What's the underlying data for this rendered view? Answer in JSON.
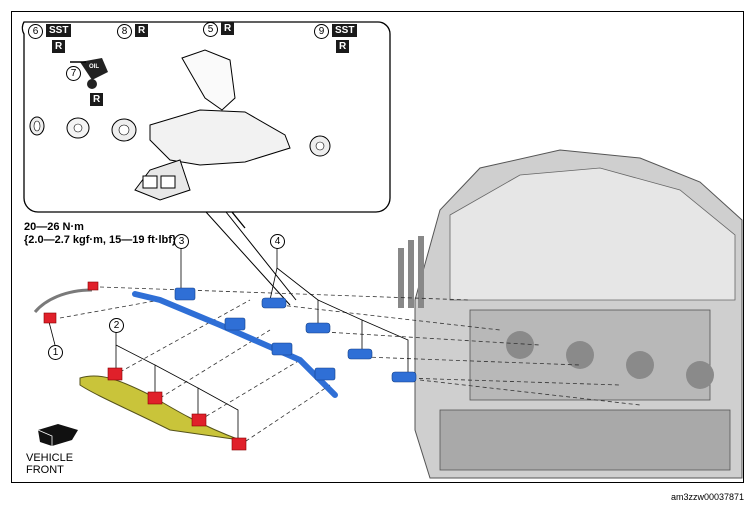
{
  "torque_spec": {
    "line1": "20—26 N·m",
    "line2": "{2.0—2.7 kgf·m, 15—19 ft·lbf}"
  },
  "callouts": {
    "c1": "1",
    "c3": "3",
    "c4": "4",
    "c2": "2",
    "c6": "6",
    "c7": "7",
    "c8": "8",
    "c5": "5",
    "c9": "9"
  },
  "badges": {
    "sst": "SST",
    "r": "R",
    "oil": "OIL"
  },
  "direction": {
    "line1": "VEHICLE",
    "line2": "FRONT"
  },
  "figure_id": "am3zzw00037871",
  "colors": {
    "part_blue": "#2f6fd6",
    "harness_yellow": "#c9c43a",
    "connector_red": "#e0202a",
    "engine_gray": "#9a9a9a"
  }
}
